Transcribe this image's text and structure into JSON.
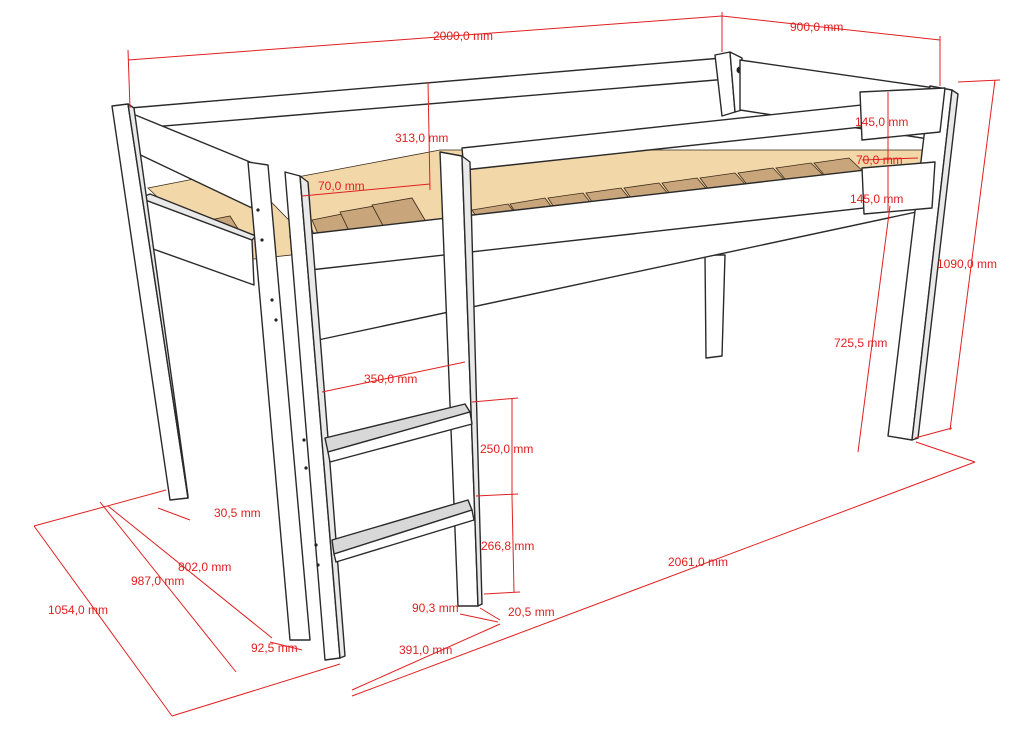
{
  "colors": {
    "dimension": "#e02020",
    "frame": "#ffffff",
    "outline": "#2a2a2a",
    "slats": "#c8a57a",
    "pine": "#f2d7a8"
  },
  "dimensions": {
    "total_length": "2000,0 mm",
    "total_width": "900,0 mm",
    "guard_height": "313,0 mm",
    "rail_height_top": "145,0 mm",
    "rail_height_bottom": "145,0 mm",
    "gap_right": "70,0 mm",
    "gap_left": "70,0 mm",
    "total_height": "1090,0 mm",
    "leg_height": "725,5 mm",
    "ladder_width": "350,0 mm",
    "rung_spacing_top": "250,0 mm",
    "rung_spacing_bottom": "266,8 mm",
    "leg_thickness": "30,5 mm",
    "depth_802": "802,0 mm",
    "depth_987": "987,0 mm",
    "depth_1054": "1054,0 mm",
    "offset_92": "92,5 mm",
    "ladder_depth": "90,3 mm",
    "ladder_thickness": "20,5 mm",
    "ladder_offset": "391,0 mm",
    "overall_length": "2061,0 mm"
  }
}
